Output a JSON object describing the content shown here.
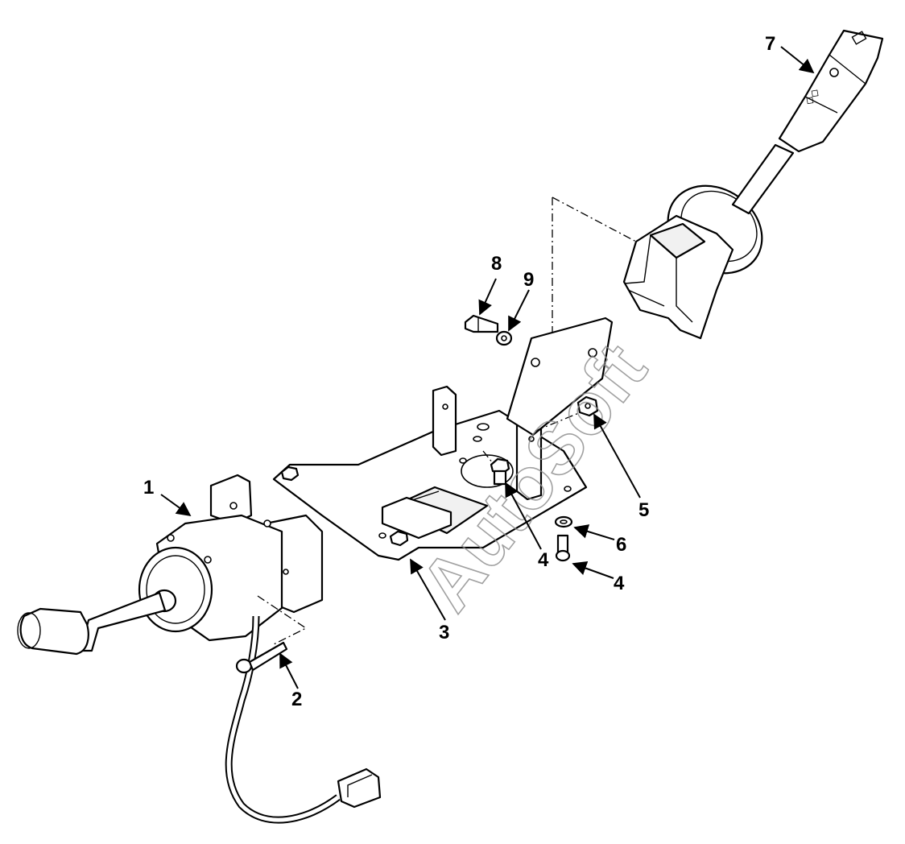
{
  "diagram": {
    "watermark": "AutoSoft",
    "callouts": [
      {
        "id": "c1",
        "label": "1"
      },
      {
        "id": "c2",
        "label": "2"
      },
      {
        "id": "c3",
        "label": "3"
      },
      {
        "id": "c4a",
        "label": "4"
      },
      {
        "id": "c4b",
        "label": "4"
      },
      {
        "id": "c5",
        "label": "5"
      },
      {
        "id": "c6",
        "label": "6"
      },
      {
        "id": "c7",
        "label": "7"
      },
      {
        "id": "c8",
        "label": "8"
      },
      {
        "id": "c9",
        "label": "9"
      }
    ]
  }
}
